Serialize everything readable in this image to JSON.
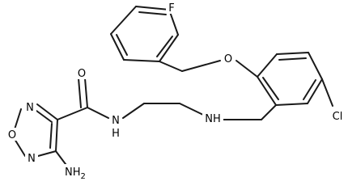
{
  "molecule": {
    "atoms": {
      "F": "F",
      "O_ether": "O",
      "Cl": "Cl",
      "NH_amine": "NH",
      "N_amide": "N",
      "H_amide": "H",
      "O_carbonyl": "O",
      "N_ring_top": "N",
      "O_ring": "O",
      "N_ring_bottom": "N",
      "NH2_N": "NH",
      "NH2_sub": "2"
    }
  }
}
